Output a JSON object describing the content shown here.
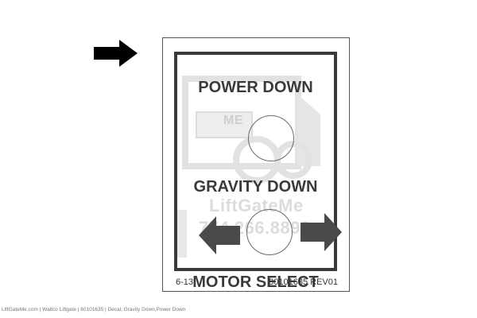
{
  "watermark": {
    "name": "LiftGateMe",
    "phone": "774.266.8892",
    "truck_label": "ME"
  },
  "decal": {
    "power_down_label": "POWER DOWN",
    "gravity_down_label": "GRAVITY DOWN",
    "motor_select_label": "MOTOR SELECT",
    "date_code": "6-13",
    "part_number": "80101635 REV01"
  },
  "caption": "LiftGateMe.com | Waltco Liftgate | 80101635 | Decal, Gravity Down,Power Down",
  "colors": {
    "ink": "#3a3a3a",
    "watermark": "#dcdcdc",
    "pointer": "#000000"
  }
}
